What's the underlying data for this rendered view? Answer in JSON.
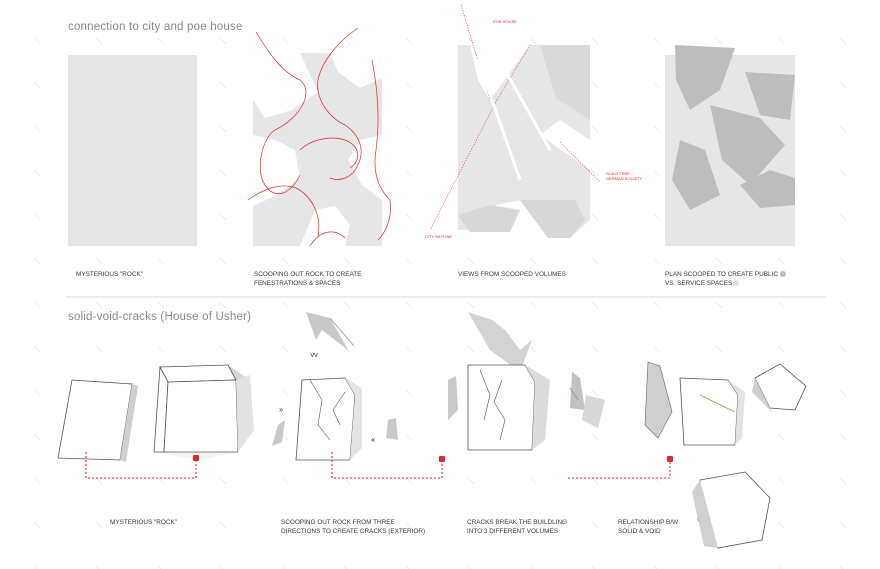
{
  "section1": {
    "title": "connection to city and poe house",
    "captions": [
      {
        "lines": [
          "MYSTERIOUS \"ROCK\""
        ]
      },
      {
        "lines": [
          "SCOOPING OUT ROCK TO CREATE",
          "FENESTRATIONS & SPACES"
        ]
      },
      {
        "lines": [
          "VIEWS FROM SCOOPED VOLUMES"
        ]
      },
      {
        "lines": [
          "PLAN SCOOPED TO CREATE PUBLIC",
          "Vs. SERVICE SPACES"
        ]
      }
    ],
    "view_labels": {
      "poe_house": "POE HOUSE",
      "guild": [
        "GUILD TREE ~",
        "GERMAN SOCIETY"
      ],
      "city_skyline": "CITY SKYLINE"
    }
  },
  "section2": {
    "title": "solid-void-cracks (House of Usher)",
    "captions": [
      {
        "lines": [
          "MYSTERIOUS \"ROCK\""
        ]
      },
      {
        "lines": [
          "SCOOPING OUT ROCK FROM THREE",
          "DIRECTIONS TO CREATE CRACKS  (EXTERIOR)"
        ]
      },
      {
        "lines": [
          "CRACKS BREAK THE BUILDLING",
          "INTO 3 DIFFERENT VOLUMES"
        ]
      },
      {
        "lines": [
          "RELATIONSHIP B/W",
          "SOLID   & VOID"
        ]
      }
    ],
    "arrows": {
      "down": "˅˅",
      "right": "››",
      "left": "‹‹"
    }
  },
  "colors": {
    "accent_red": "#e8262d",
    "panel_grey": "#e6e6e6",
    "dark_grey": "#bfbfbf",
    "text": "#3a3a3a",
    "title": "#8a8a8a"
  }
}
